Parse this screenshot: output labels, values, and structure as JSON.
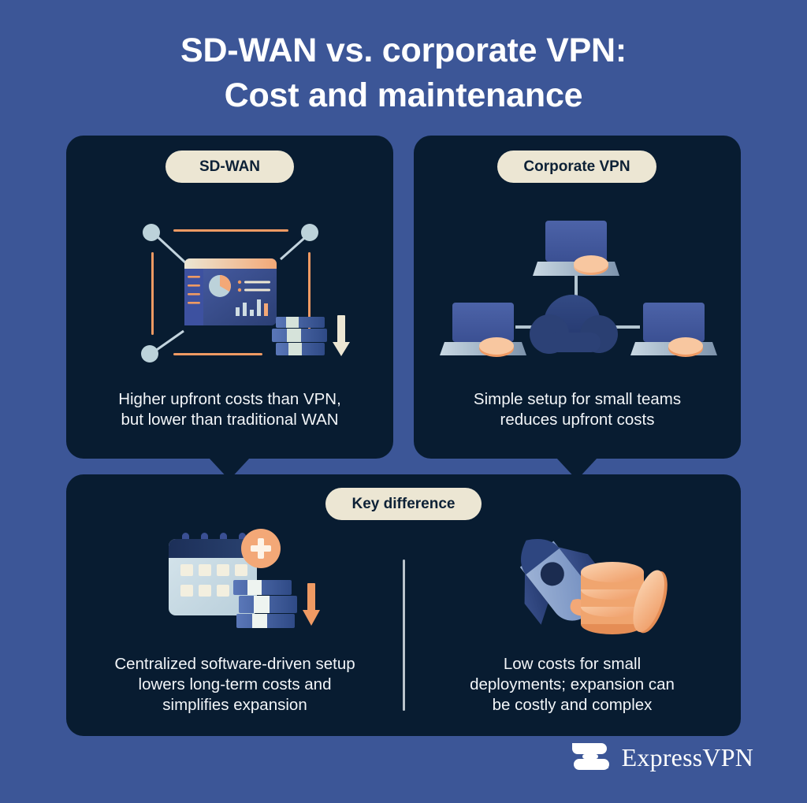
{
  "theme": {
    "background": "#3c5697",
    "card_background": "#081c31",
    "pill_background": "#ece6d3",
    "pill_text": "#0d2136",
    "caption_text": "#f2f5f8",
    "accent_orange": "#f5a26a",
    "accent_cream": "#ece6d3",
    "accent_blue": "#3f5aa0",
    "divider": "#b9c3cb"
  },
  "title": {
    "line1": "SD-WAN vs. corporate VPN:",
    "line2": "Cost and maintenance"
  },
  "cards": {
    "sdwan": {
      "pill_label": "SD-WAN",
      "caption_line1": "Higher upfront costs than VPN,",
      "caption_line2": "but lower than traditional WAN",
      "illustration": "dashboard-network-money-down-arrow"
    },
    "vpn": {
      "pill_label": "Corporate VPN",
      "caption_line1": "Simple setup for small teams",
      "caption_line2": "reduces upfront costs",
      "illustration": "laptops-cloud-coins"
    },
    "key_difference": {
      "pill_label": "Key difference",
      "left": {
        "caption_line1": "Centralized software-driven setup",
        "caption_line2": "lowers long-term costs and",
        "caption_line3": "simplifies expansion",
        "illustration": "calendar-plus-money-down-arrow"
      },
      "right": {
        "caption_line1": "Low costs for small",
        "caption_line2": "deployments; expansion can",
        "caption_line3": "be costly and complex",
        "illustration": "rocket-coin-stack"
      }
    }
  },
  "footer": {
    "brand": "ExpressVPN",
    "logo_icon": "expressvpn-e-mark-icon"
  }
}
